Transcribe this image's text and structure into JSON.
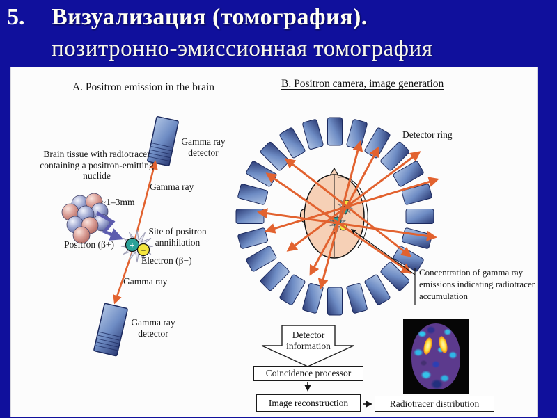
{
  "slide": {
    "number": "5.",
    "title_line1": "Визуализация (томография).",
    "title_line2": "позитронно-эмиссионная томография"
  },
  "panel_a": {
    "heading": "A. Positron emission in the brain",
    "brain_tissue_label": "Brain tissue with radiotracer containing a positron-emitting nuclide",
    "detector_top_label": "Gamma ray detector",
    "gamma_ray_top_label": "Gamma ray",
    "range_label": "~1–3mm",
    "positron_label": "Positron (β+)",
    "site_label": "Site of positron annihilation",
    "electron_label": "Electron (β−)",
    "gamma_ray_bottom_label": "Gamma ray",
    "detector_bottom_label": "Gamma ray detector",
    "positron_symbol": "+",
    "electron_symbol": "−"
  },
  "panel_b": {
    "heading": "B. Positron camera, image generation",
    "detector_ring_label": "Detector ring",
    "concentration_label": "Concentration of gamma ray emissions indicating radiotracer accumulation",
    "flow": {
      "detector_information": "Detector information",
      "coincidence_processor": "Coincidence processor",
      "image_reconstruction": "Image reconstruction",
      "radiotracer_distribution": "Radiotracer distribution"
    }
  },
  "colors": {
    "slide_background": "#10109c",
    "panel_background": "#fcfcfc",
    "gamma_arrow_orange": "#e2622f",
    "zigzag_purple": "#5c5cae",
    "detector_blue_dark": "#2b3a74",
    "detector_blue_light": "#b0c4e4",
    "positron_teal": "#2aa198",
    "electron_yellow": "#f4e53e",
    "head_skin": "#f6d0b6"
  }
}
